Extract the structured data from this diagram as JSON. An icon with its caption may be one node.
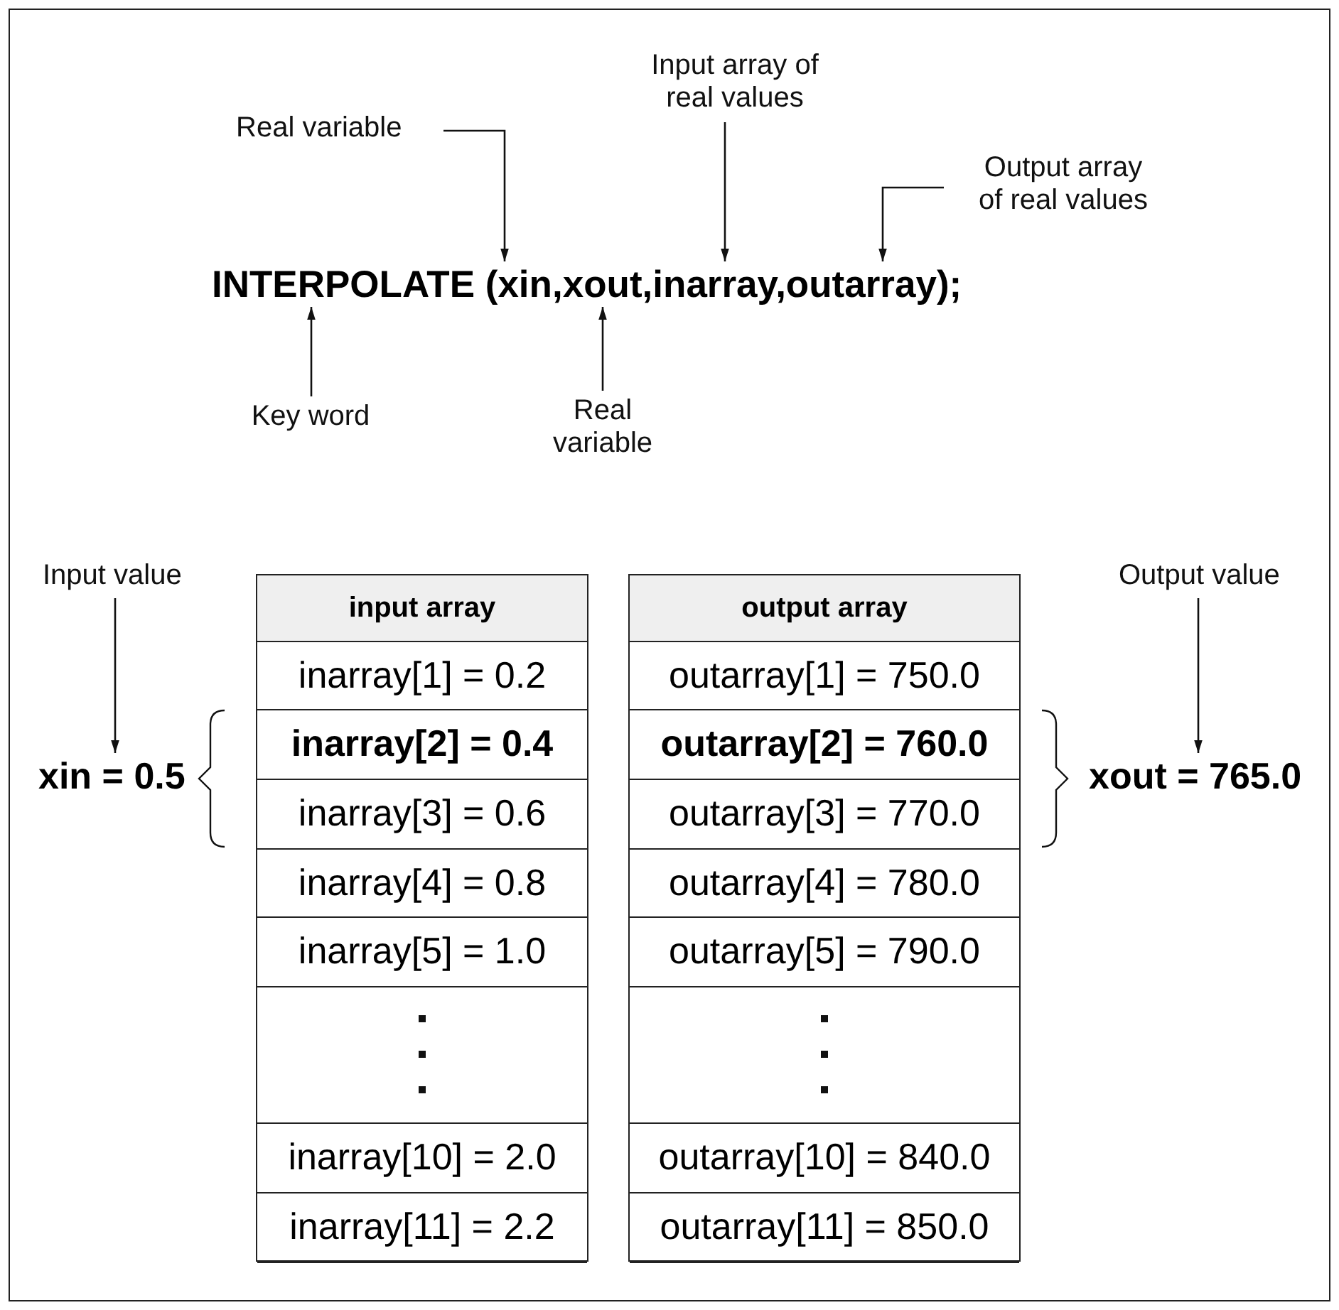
{
  "diagram": {
    "nodes": [
      {
        "text": [
          "INTERPOLATE (xin,xout,inarray,outarray);"
        ]
      },
      {
        "text": [
          "Real variable"
        ]
      },
      {
        "text": [
          "Input array of real values"
        ]
      },
      {
        "text": [
          "Output array of real values"
        ]
      },
      {
        "text": [
          "Key word"
        ]
      },
      {
        "text": [
          "Real variable"
        ]
      },
      {
        "text": [
          "Input value"
        ]
      },
      {
        "text": [
          "xin = 0.5"
        ]
      },
      {
        "text": [
          "input array"
        ]
      },
      {
        "text": [
          "inarray[1] = 0.2"
        ],
        "in": 8
      },
      {
        "text": [
          "inarray[2] = 0.4"
        ],
        "in": 8
      },
      {
        "text": [
          "inarray[3] = 0.6"
        ],
        "in": 8
      },
      {
        "text": [
          "inarray[4] = 0.8"
        ],
        "in": 8
      },
      {
        "text": [
          "inarray[5] = 1.0"
        ],
        "in": 8
      },
      {
        "text": [],
        "shape": "box",
        "in": 8
      },
      {
        "text": [
          "inarray[10] = 2.0"
        ],
        "in": 8
      },
      {
        "text": [
          "inarray[11] = 2.2"
        ],
        "in": 8
      },
      {
        "text": [
          "output array"
        ]
      },
      {
        "text": [
          "outarray[1] = 750.0"
        ],
        "in": 17
      },
      {
        "text": [
          "outarray[2] = 760.0"
        ],
        "in": 17
      },
      {
        "text": [
          "outarray[3] = 770.0"
        ],
        "in": 17
      },
      {
        "text": [
          "outarray[4] = 780.0"
        ],
        "in": 17
      },
      {
        "text": [
          "outarray[5] = 790.0"
        ],
        "in": 17
      },
      {
        "text": [],
        "shape": "box",
        "in": 17
      },
      {
        "text": [
          "outarray[10] = 840.0"
        ],
        "in": 17
      },
      {
        "text": [
          "outarray[11] = 850.0"
        ],
        "in": 17
      },
      {
        "text": [
          "Output value"
        ]
      },
      {
        "text": [
          "xout = 765.0"
        ]
      }
    ],
    "edges": [
      {
        "from": 1,
        "to": 0,
        "arrow": "to"
      },
      {
        "from": 2,
        "to": 0,
        "arrow": "to"
      },
      {
        "from": 3,
        "to": 0,
        "arrow": "to"
      },
      {
        "from": 4,
        "to": 0,
        "arrow": "to"
      },
      {
        "from": 5,
        "to": 0,
        "arrow": "to"
      },
      {
        "from": 6,
        "to": 7,
        "arrow": "to"
      },
      {
        "from": 26,
        "to": 27,
        "arrow": "to"
      }
    ]
  }
}
